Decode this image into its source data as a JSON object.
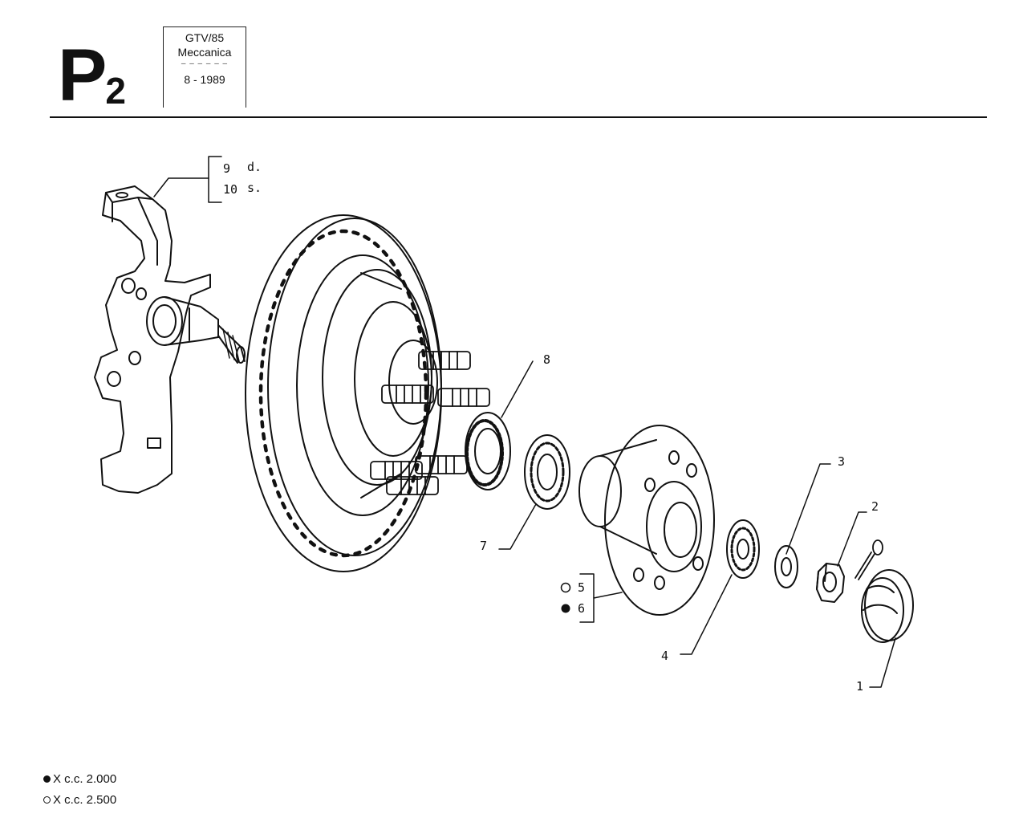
{
  "header": {
    "section_letter": "P",
    "section_number": "2",
    "model": "GTV/85",
    "category": "Meccanica",
    "date": "8 - 1989"
  },
  "callouts": {
    "p1": "1",
    "p2": "2",
    "p3": "3",
    "p4": "4",
    "p5": "5",
    "p6": "6",
    "p7": "7",
    "p8": "8",
    "p9": "9",
    "p10": "10",
    "right_side": "d.",
    "left_side": "s."
  },
  "legend": {
    "filled": "X c.c. 2.000",
    "open": "X c.c. 2.500"
  }
}
